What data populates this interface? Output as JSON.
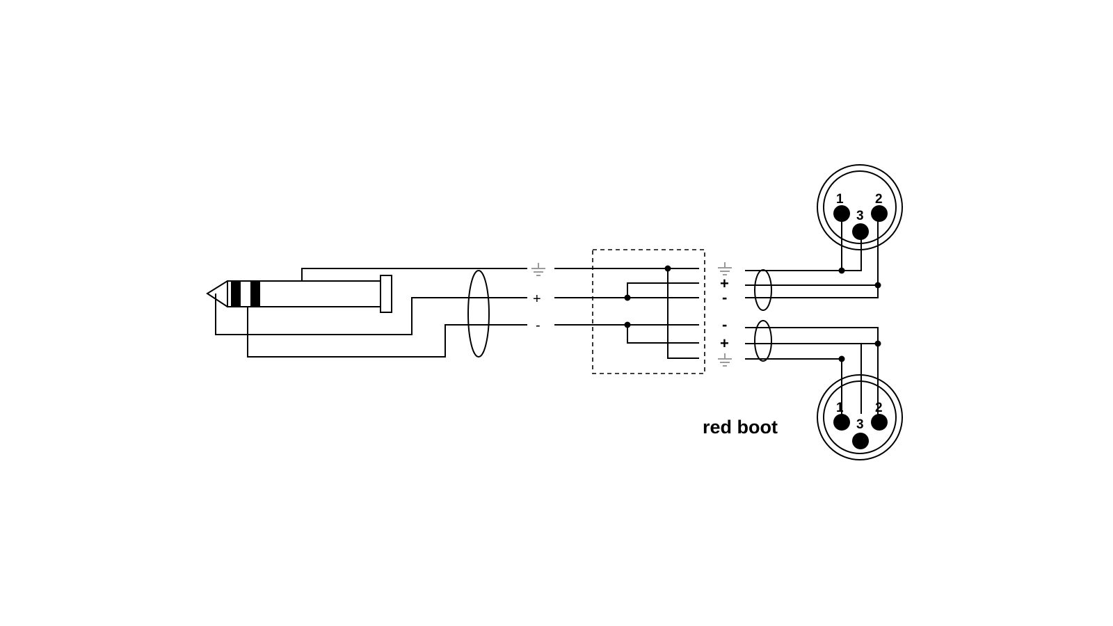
{
  "diagram": {
    "left_signs": {
      "plus": "+",
      "minus": "-"
    },
    "right_signs": {
      "upper_plus": "+",
      "upper_minus": "-",
      "lower_minus": "-",
      "lower_plus": "+"
    },
    "xlr_top": {
      "pin1": "1",
      "pin2": "2",
      "pin3": "3"
    },
    "xlr_bottom": {
      "pin1": "1",
      "pin2": "2",
      "pin3": "3"
    },
    "boot_label": "red boot",
    "colors": {
      "line": "#000000",
      "ground_symbol": "#9a9a9a",
      "background": "#ffffff"
    }
  }
}
